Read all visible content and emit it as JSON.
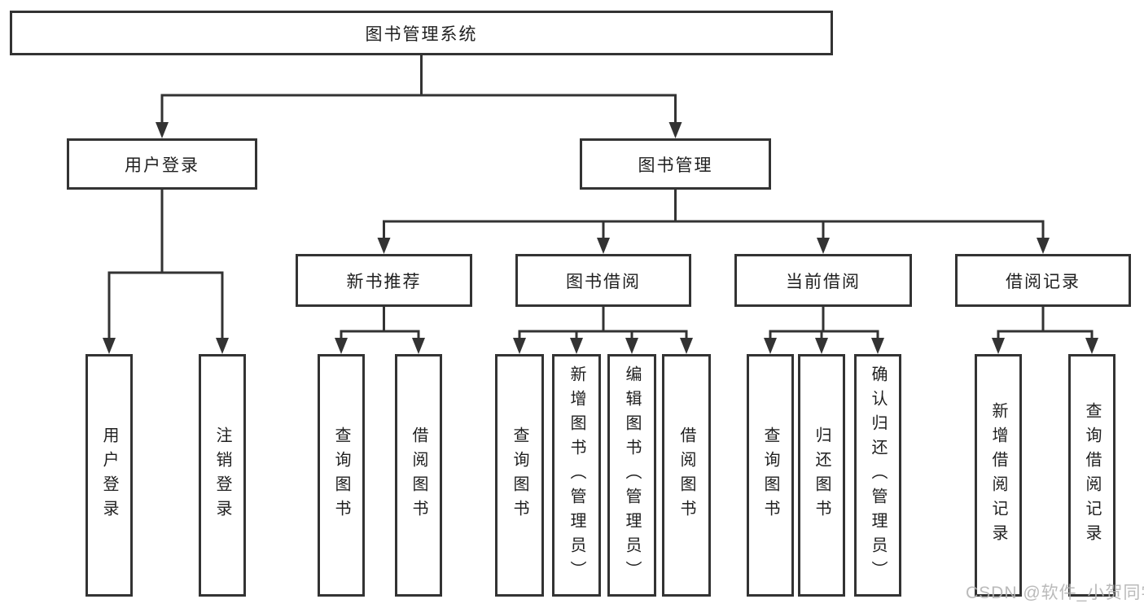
{
  "diagram": {
    "title": "图书管理系统",
    "nodes": [
      {
        "id": "title",
        "label": "图书管理系统",
        "parent": null,
        "orient": "h"
      },
      {
        "id": "user-login",
        "label": "用户登录",
        "parent": "title",
        "orient": "h"
      },
      {
        "id": "book-mgmt",
        "label": "图书管理",
        "parent": "title",
        "orient": "h"
      },
      {
        "id": "new-book-rec",
        "label": "新书推荐",
        "parent": "book-mgmt",
        "orient": "h"
      },
      {
        "id": "book-borrow",
        "label": "图书借阅",
        "parent": "book-mgmt",
        "orient": "h"
      },
      {
        "id": "current-borrow",
        "label": "当前借阅",
        "parent": "book-mgmt",
        "orient": "h"
      },
      {
        "id": "borrow-record",
        "label": "借阅记录",
        "parent": "book-mgmt",
        "orient": "h"
      },
      {
        "id": "login-v",
        "label": "用户登录",
        "parent": "user-login",
        "orient": "v"
      },
      {
        "id": "logout-v",
        "label": "注销登录",
        "parent": "user-login",
        "orient": "v"
      },
      {
        "id": "query-book-1",
        "label": "查询图书",
        "parent": "new-book-rec",
        "orient": "v"
      },
      {
        "id": "borrow-book-1",
        "label": "借阅图书",
        "parent": "new-book-rec",
        "orient": "v"
      },
      {
        "id": "query-book-2",
        "label": "查询图书",
        "parent": "book-borrow",
        "orient": "v"
      },
      {
        "id": "add-book",
        "label": "新增图书（管理员）",
        "parent": "book-borrow",
        "orient": "v"
      },
      {
        "id": "edit-book",
        "label": "编辑图书（管理员）",
        "parent": "book-borrow",
        "orient": "v"
      },
      {
        "id": "borrow-book-2",
        "label": "借阅图书",
        "parent": "book-borrow",
        "orient": "v"
      },
      {
        "id": "query-book-3",
        "label": "查询图书",
        "parent": "current-borrow",
        "orient": "v"
      },
      {
        "id": "return-book",
        "label": "归还图书",
        "parent": "current-borrow",
        "orient": "v"
      },
      {
        "id": "confirm-return",
        "label": "确认归还（管理员）",
        "parent": "current-borrow",
        "orient": "v"
      },
      {
        "id": "add-borrow-record",
        "label": "新增借阅记录",
        "parent": "borrow-record",
        "orient": "v"
      },
      {
        "id": "query-borrow-record",
        "label": "查询借阅记录",
        "parent": "borrow-record",
        "orient": "v"
      }
    ]
  },
  "watermark": "CSDN @软件_小贺同学",
  "colors": {
    "line": "#333333",
    "text": "#1f1f1f",
    "watermark": "#b3b3b3",
    "background": "#ffffff"
  }
}
